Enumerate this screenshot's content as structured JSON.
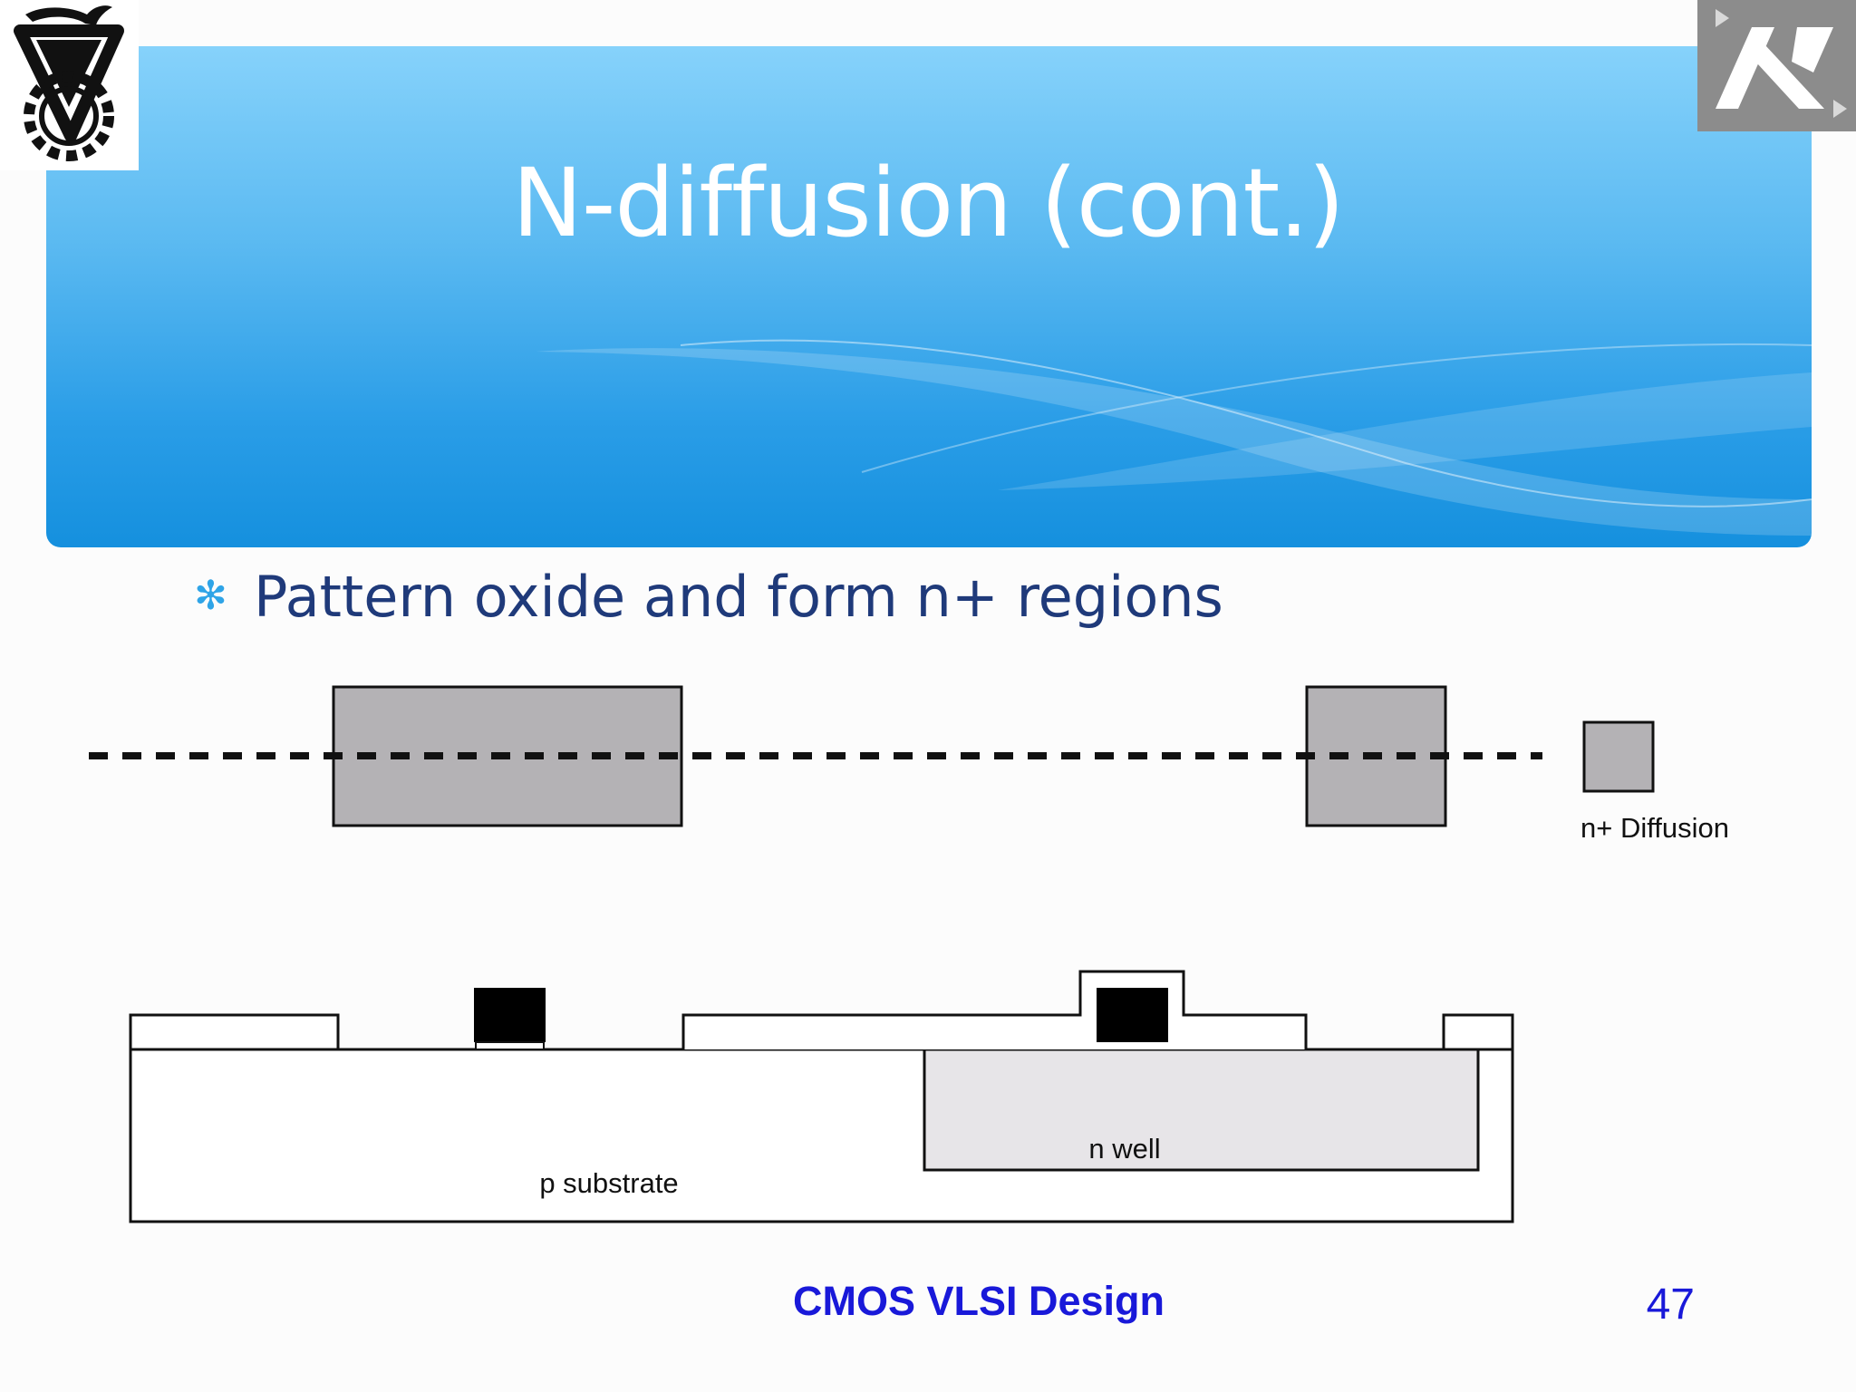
{
  "slide": {
    "title": "N-diffusion (cont.)",
    "bullet": "Pattern oxide and form n+ regions",
    "bullet_icon": "asterisk-bullet-icon"
  },
  "diagram": {
    "legend_label": "n+ Diffusion",
    "substrate_label": "p substrate",
    "well_label": "n well"
  },
  "footer": {
    "course_title": "CMOS VLSI Design",
    "page_number": "47"
  },
  "logos": {
    "left": "technion-logo",
    "right": "university-logo"
  },
  "colors": {
    "banner_top": "#86d2fb",
    "banner_bottom": "#1590de",
    "bullet_text": "#1f3a7a",
    "footer_text": "#1919d9",
    "diffusion_fill": "#b4b2b5",
    "well_fill": "#e7e5e8"
  }
}
